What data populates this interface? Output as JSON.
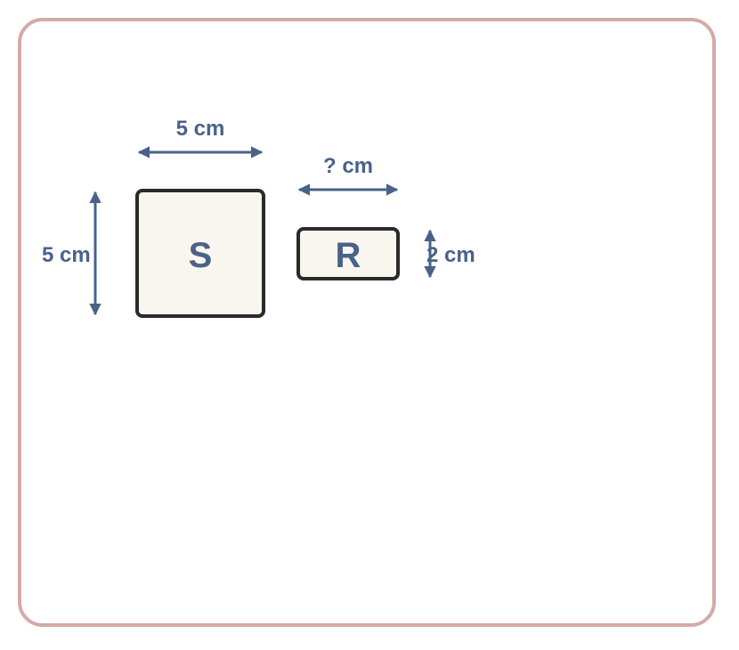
{
  "shapes": {
    "square": {
      "label": "S",
      "width_label": "5 cm",
      "height_label": "5 cm"
    },
    "rectangle": {
      "label": "R",
      "width_label": "? cm",
      "height_label": "2 cm"
    }
  },
  "colors": {
    "frame_border": "#d4aaa8",
    "shape_fill": "#f9f5ef",
    "shape_stroke": "#2a2a2a",
    "dimension": "#4a6288"
  }
}
